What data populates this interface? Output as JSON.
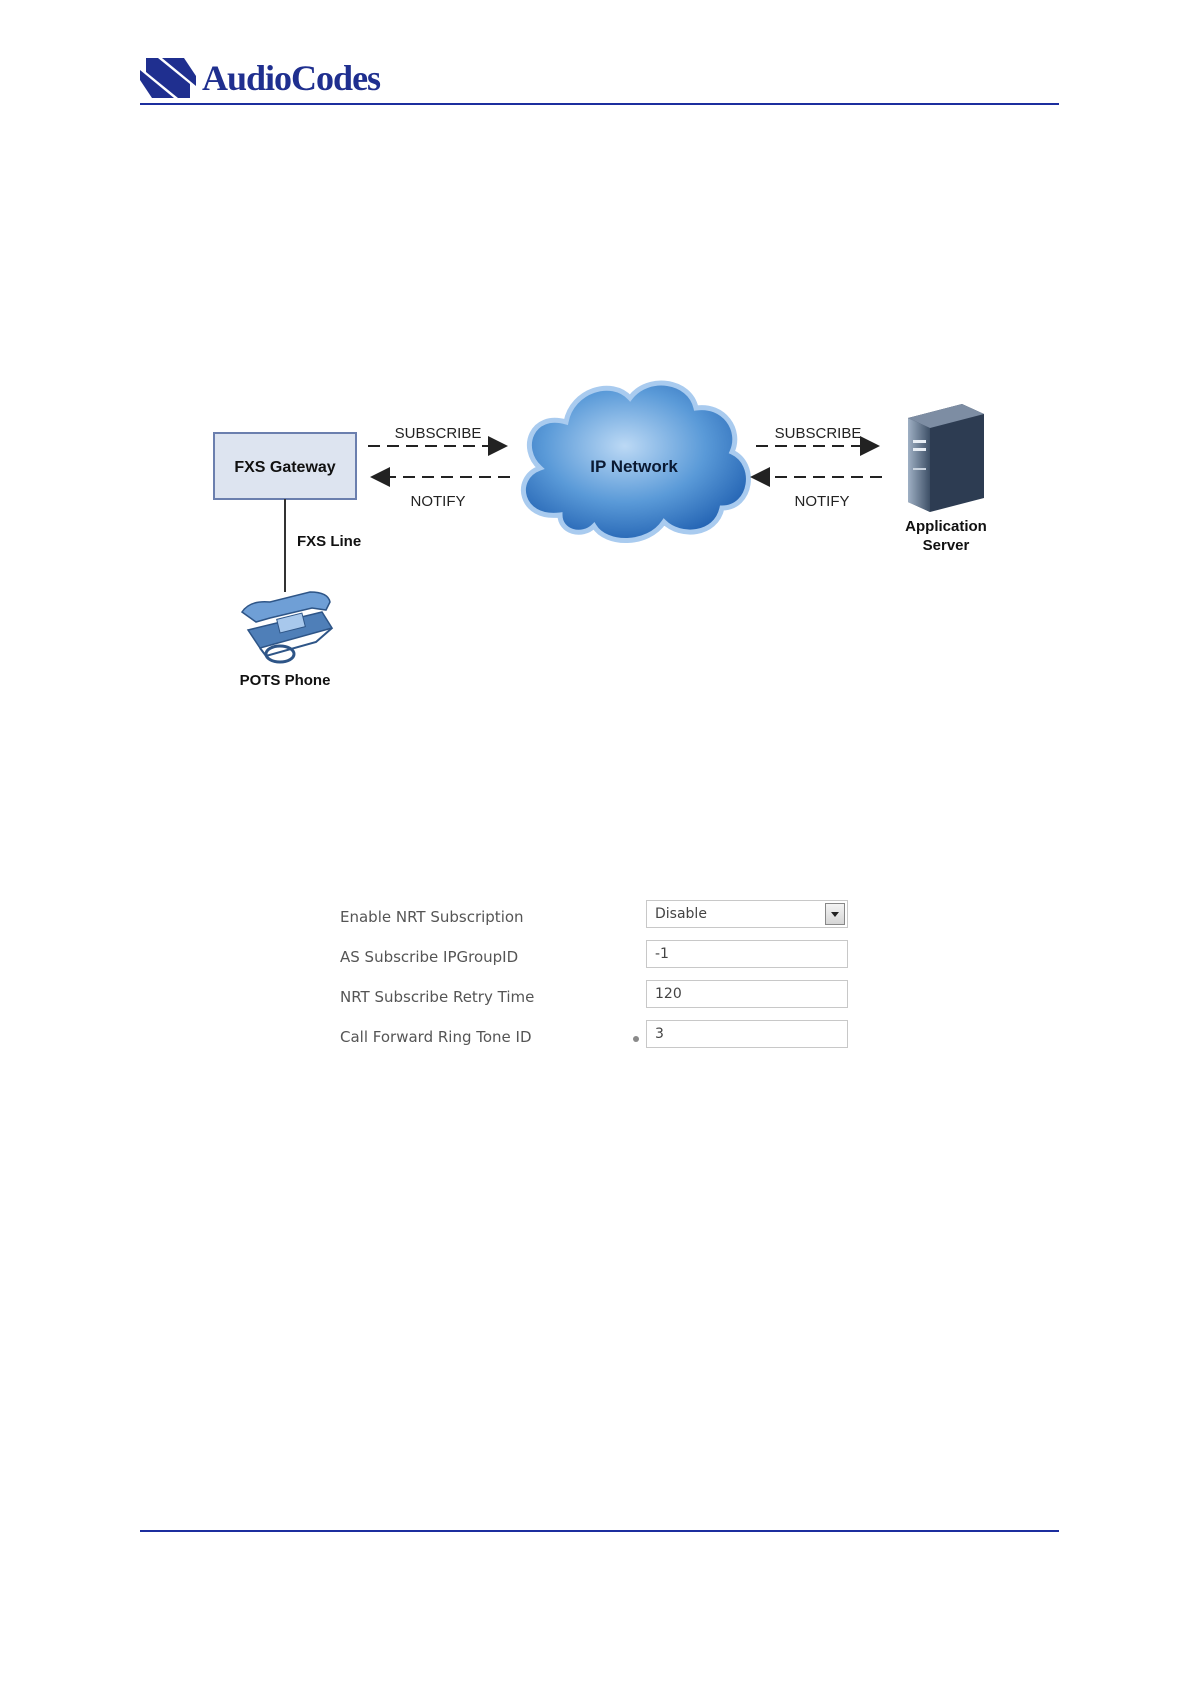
{
  "header": {
    "brand": "AudioCodes"
  },
  "diagram": {
    "gateway_label": "FXS Gateway",
    "line_label": "FXS Line",
    "phone_label": "POTS Phone",
    "network_label": "IP Network",
    "server_label_line1": "Application",
    "server_label_line2": "Server",
    "left_subscribe": "SUBSCRIBE",
    "left_notify": "NOTIFY",
    "right_subscribe": "SUBSCRIBE",
    "right_notify": "NOTIFY"
  },
  "settings": {
    "rows": [
      {
        "label": "Enable NRT Subscription",
        "value": "Disable"
      },
      {
        "label": "AS Subscribe IPGroupID",
        "value": "-1"
      },
      {
        "label": "NRT Subscribe Retry Time",
        "value": "120"
      },
      {
        "label": "Call Forward Ring Tone ID",
        "value": "3"
      }
    ]
  },
  "colors": {
    "brand_blue": "#1c2e9e",
    "cloud_blue": "#3f86cf",
    "gateway_fill": "#dde4f0"
  }
}
